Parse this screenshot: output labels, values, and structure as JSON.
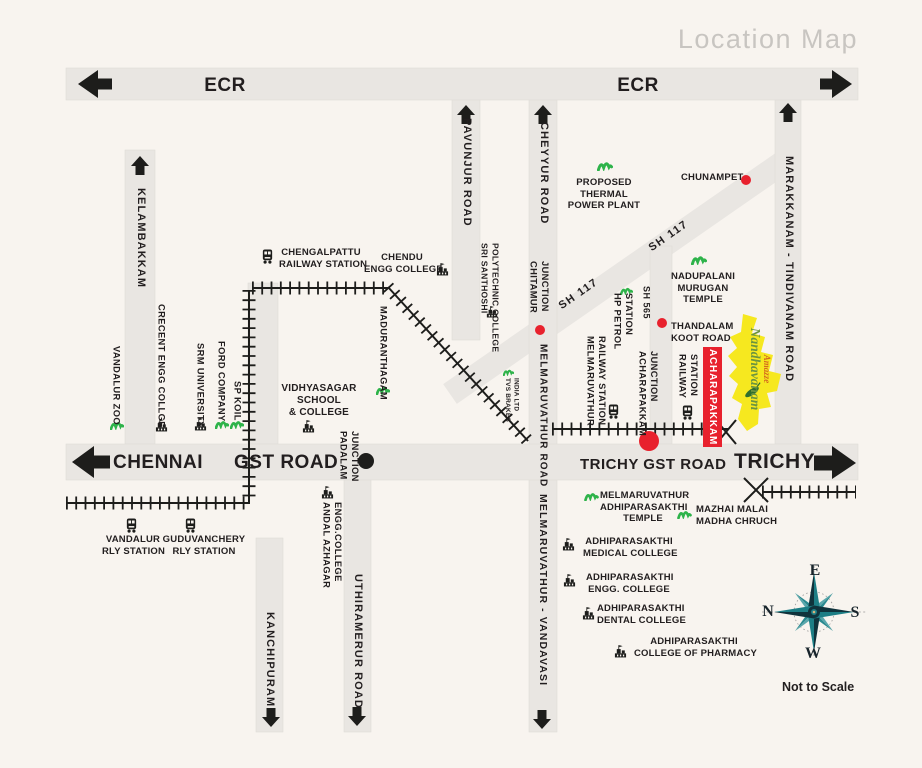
{
  "title": "Location Map",
  "scale_note": "Not to Scale",
  "compass": {
    "e": "E",
    "n": "N",
    "s": "S",
    "w": "W"
  },
  "roads": {
    "ecr": "ECR",
    "chennai": "CHENNAI",
    "gst": "GST ROAD",
    "trichy_gst": "TRICHY GST ROAD",
    "trichy": "TRICHY",
    "kelambakkam": "KELAMBAKKAM",
    "pavunjur": "PAVUNJUR ROAD",
    "cheyyur": "CHEYYUR ROAD",
    "melmaruvathur_road": "MELMARUVATHUR ROAD",
    "melmaruvathur_vandavasi": "MELMARUVATHUR - VANDAVASI",
    "marakkanam": "MARAKKANAM - TINDIVANAM ROAD",
    "uthiramerur": "UTHIRAMERUR ROAD",
    "kanchipuram": "KANCHIPURAM",
    "sh117": "SH 117",
    "sh565": "SH 565"
  },
  "junctions": {
    "chitamur": "CHITAMUR\nJUNCTION",
    "padalam": "PADALAM\nJUNCTION",
    "acharapakkam": "ACHARAPAKKAM\nJUNCTION",
    "thandalam": "THANDALAM\nKOOT ROAD"
  },
  "stations": {
    "chengalpattu": "CHENGALPATTU\nRAILWAY STATION",
    "vandalur": "VANDALUR\nRLY STATION",
    "guduvanchery": "GUDUVANCHERY\nRLY STATION",
    "melmaruvathur": "MELMARUVATHUR\nRAILWAY STATION",
    "acharapakkam_station": "RAILWAY\nSTATION",
    "acharapakkam_banner": "ACHARAPAKKAM"
  },
  "landmarks": {
    "chunampet": "CHUNAMPET",
    "thermal_plant": "PROPOSED\nTHERMAL\nPOWER PLANT",
    "nadupalani": "NADUPALANI\nMURUGAN\nTEMPLE",
    "chendu": "CHENDU\nENGG COLLEGE",
    "sri_santhoshi": "SRI SANTHOSHI\nPOLYTECHNIC COLLEGE",
    "maduranthagam": "MADURANTHAGAM",
    "vandalur_zoo": "VANDALUR ZOO",
    "crecent": "CRECENT ENGG COLLGE",
    "srm": "SRM UNIVERSITY",
    "ford": "FORD COMPANY",
    "sp_koil": "SP KOIL",
    "vidhyasagar": "VIDHYASAGAR\nSCHOOL\n& COLLEGE",
    "hp_petrol": "HP PETROL\nSTATION",
    "tvs_brakes": "TVS BRAKES\nINDIA LTD",
    "andal": "ANDAL AZHAGAR\nENGG.COLLEGE",
    "adhi_temple": "MELMARUVATHUR\nADHIPARASAKTHI\nTEMPLE",
    "mazhai": "MAZHAI MALAI\nMADHA CHRUCH",
    "adhi_medical": "ADHIPARASAKTHI\nMEDICAL COLLEGE",
    "adhi_engg": "ADHIPARASAKTHI\nENGG. COLLEGE",
    "adhi_dental": "ADHIPARASAKTHI\nDENTAL COLLEGE",
    "adhi_pharmacy": "ADHIPARASAKTHI\nCOLLEGE OF PHARMACY"
  },
  "project": {
    "brand": "Amazze",
    "name": "Nandhavanam"
  },
  "colors": {
    "road": "#e9e6e2",
    "rail": "#1d1d1b",
    "marker_red": "#e8212d",
    "marker_green": "#2eb34a",
    "project_yellow": "#f6e81f",
    "title_gray": "#c8c5c1"
  }
}
